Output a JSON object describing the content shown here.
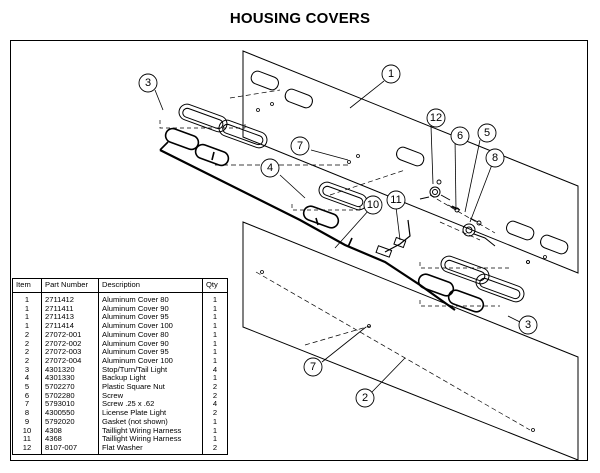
{
  "title": "HOUSING COVERS",
  "callouts": [
    "1",
    "2",
    "3",
    "3",
    "4",
    "5",
    "6",
    "7",
    "7",
    "8",
    "10",
    "11",
    "12"
  ],
  "table": {
    "headers": [
      "Item",
      "Part Number",
      "Description",
      "Qty"
    ],
    "rows": [
      [
        "1",
        "2711412",
        "Aluminum Cover 80",
        "1"
      ],
      [
        "1",
        "2711411",
        "Aluminum Cover 90",
        "1"
      ],
      [
        "1",
        "2711413",
        "Aluminum Cover 95",
        "1"
      ],
      [
        "1",
        "2711414",
        "Aluminum Cover 100",
        "1"
      ],
      [
        "2",
        "27072-001",
        "Aluminum Cover 80",
        "1"
      ],
      [
        "2",
        "27072-002",
        "Aluminum Cover 90",
        "1"
      ],
      [
        "2",
        "27072-003",
        "Aluminum Cover 95",
        "1"
      ],
      [
        "2",
        "27072-004",
        "Aluminum Cover 100",
        "1"
      ],
      [
        "3",
        "4301320",
        "Stop/Turn/Tail Light",
        "4"
      ],
      [
        "4",
        "4301330",
        "Backup Light",
        "1"
      ],
      [
        "5",
        "5702270",
        "Plastic Square Nut",
        "2"
      ],
      [
        "6",
        "5702280",
        "Screw",
        "2"
      ],
      [
        "7",
        "5793010",
        "Screw .25 x .62",
        "4"
      ],
      [
        "8",
        "4300550",
        "License Plate Light",
        "2"
      ],
      [
        "9",
        "5792020",
        "Gasket (not shown)",
        "1"
      ],
      [
        "10",
        "4308",
        "Taillight Wiring Harness",
        "1"
      ],
      [
        "11",
        "4368",
        "Taillight Wiring Harness",
        "1"
      ],
      [
        "12",
        "8107-007",
        "Flat Washer",
        "2"
      ]
    ]
  }
}
